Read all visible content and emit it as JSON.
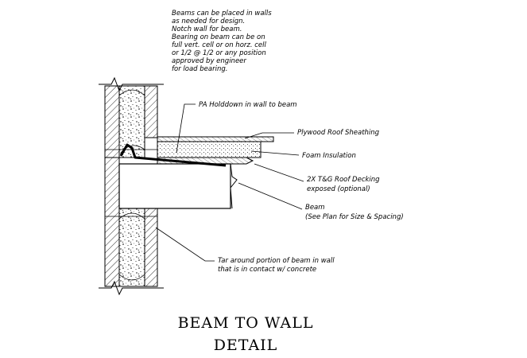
{
  "design_note": [
    "Beams can be placed in walls",
    "as needed for design.",
    "Notch wall for beam.",
    "Bearing on beam can be on",
    "full vert. cell or on horz. cell",
    "or 1/2 @ 1/2 or any position",
    "approved by engineer",
    "for load bearing."
  ],
  "labels": {
    "holdown": "PA Holddown in wall to beam",
    "sheathing": "Plywood Roof Sheathing",
    "insulation": "Foam Insulation",
    "decking_1": "2X T&G Roof Decking",
    "decking_2": "exposed (optional)",
    "beam_1": "Beam",
    "beam_2": "(See Plan for Size & Spacing)",
    "tar_1": "Tar around portion of beam in wall",
    "tar_2": "that is in contact w/ concrete"
  },
  "title": {
    "line1": "BEAM TO WALL",
    "line2": "DETAIL"
  }
}
